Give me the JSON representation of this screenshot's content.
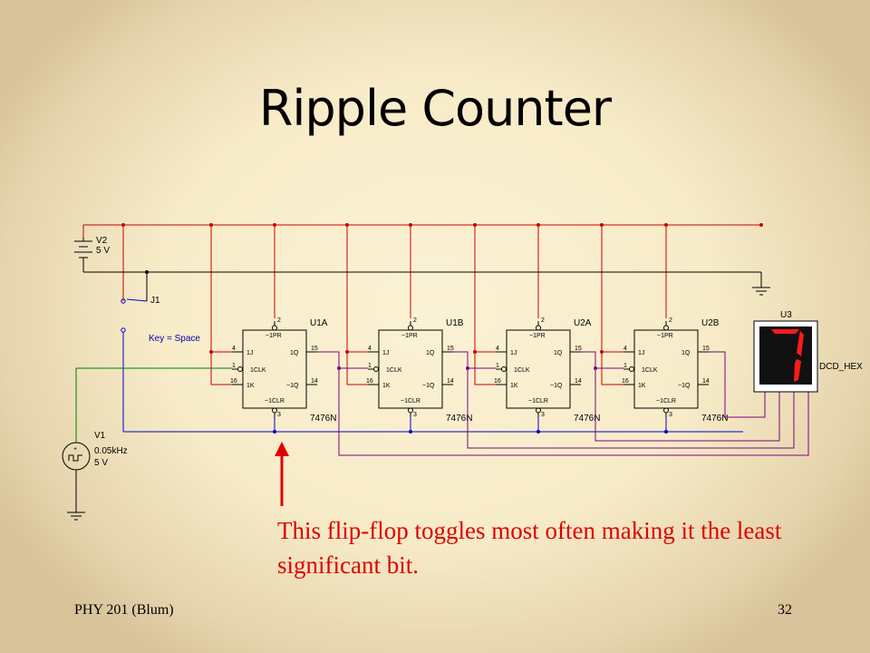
{
  "slide": {
    "title": "Ripple Counter",
    "annotation": "This flip-flop toggles most often making it the least significant bit.",
    "footer_left": "PHY 201 (Blum)",
    "page_number": "32"
  },
  "circuit": {
    "power": {
      "name": "V2",
      "value": "5 V"
    },
    "clock": {
      "name": "V1",
      "freq": "0.05kHz",
      "value": "5 V"
    },
    "switch": {
      "name": "J1",
      "key_hint": "Key = Space"
    },
    "pins": {
      "pre_pin": "2",
      "pre_label": "~1PR",
      "j_pin": "4",
      "j_label": "1J",
      "clk_pin": "1",
      "clk_label": "1CLK",
      "k_pin": "16",
      "k_label": "1K",
      "q_pin": "15",
      "q_label": "1Q",
      "qn_pin": "14",
      "qn_label": "~1Q",
      "clr_pin": "3",
      "clr_label": "~1CLR"
    },
    "flipflops": [
      {
        "name": "U1A",
        "part": "7476N"
      },
      {
        "name": "U1B",
        "part": "7476N"
      },
      {
        "name": "U2A",
        "part": "7476N"
      },
      {
        "name": "U2B",
        "part": "7476N"
      }
    ],
    "display": {
      "name": "U3",
      "part": "DCD_HEX",
      "digit": "7"
    },
    "colors": {
      "supply": "#cc0000",
      "ground": "#000000",
      "clock": "#008000",
      "bits": "#800080",
      "display_red": "#ff1a1a"
    }
  }
}
